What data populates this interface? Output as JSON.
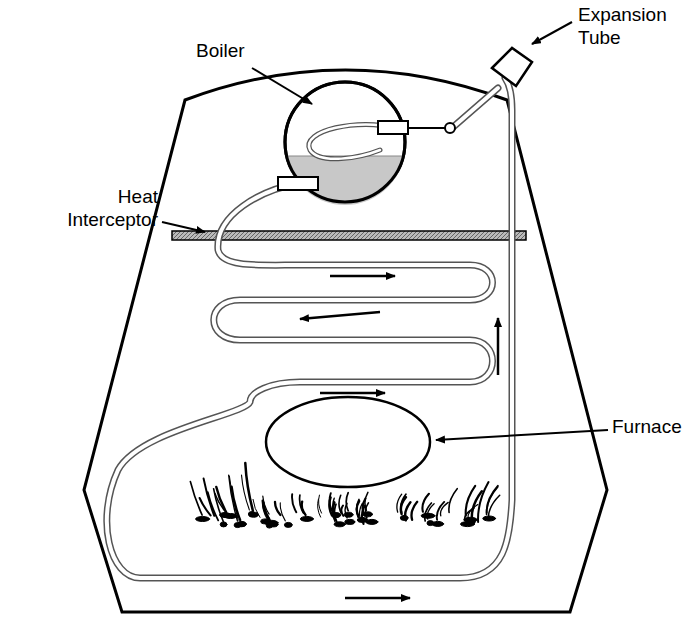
{
  "diagram": {
    "labels": [
      "Expansion Tube",
      "Boiler",
      "Heat Interceptor",
      "Furnace"
    ]
  }
}
